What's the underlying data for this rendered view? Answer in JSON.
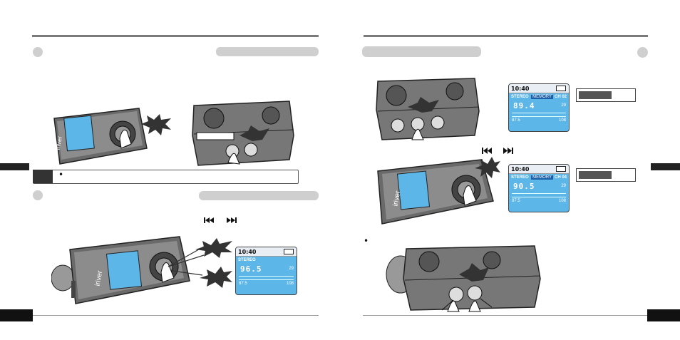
{
  "left_page": {
    "note_bullet": "•",
    "skip_prev_icon": "skip-back-icon",
    "skip_next_icon": "skip-forward-icon",
    "device_brand": "iriver",
    "lcd": {
      "clock": "10:40",
      "stereo": "STEREO",
      "freq": "96.5",
      "signal": "29",
      "min": "87.5",
      "max": "108"
    }
  },
  "right_page": {
    "skip_prev_icon": "skip-back-icon",
    "skip_next_icon": "skip-forward-icon",
    "bullet": "•",
    "lcd_top": {
      "clock": "10:40",
      "stereo": "STEREO",
      "mem": "MEMORY",
      "ch": "CH 02",
      "freq": "89.4",
      "signal": "29",
      "min": "87.5",
      "max": "108"
    },
    "lcd_mid": {
      "clock": "10:40",
      "stereo": "STEREO",
      "mem": "MEMORY",
      "ch": "CH 04",
      "freq": "90.5",
      "signal": "29",
      "min": "87.5",
      "max": "108"
    }
  }
}
